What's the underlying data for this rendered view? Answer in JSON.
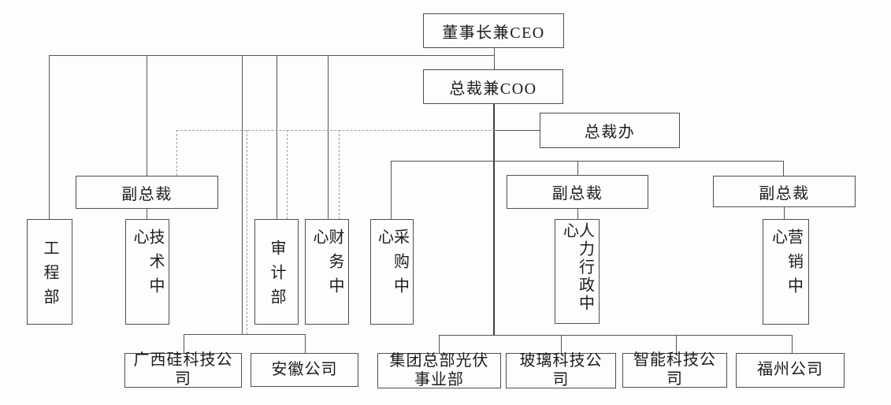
{
  "diagram": {
    "type": "org-chart",
    "nodes": {
      "ceo": {
        "label": "董事长兼CEO"
      },
      "coo": {
        "label": "总裁兼COO"
      },
      "president_office": {
        "label": "总裁办"
      },
      "vp_left": {
        "label": "副总裁"
      },
      "vp_middle": {
        "label": "副总裁"
      },
      "vp_right": {
        "label": "副总裁"
      },
      "engineering_dept": {
        "label": "工程部"
      },
      "technology_center": {
        "label": "技术中心"
      },
      "audit_dept": {
        "label": "审计部"
      },
      "finance_center": {
        "label": "财务中心"
      },
      "procurement_center": {
        "label": "采购中心"
      },
      "hr_admin_center": {
        "label": "人力行政中心"
      },
      "marketing_center": {
        "label": "营销中心"
      },
      "guangxi_silicon_tech": {
        "label": "广西硅科技公司"
      },
      "anhui_company": {
        "label": "安徽公司"
      },
      "hq_pv_division": {
        "label": "集团总部光伏事业部"
      },
      "glass_tech_company": {
        "label": "玻璃科技公司"
      },
      "smart_tech_company": {
        "label": "智能科技公司"
      },
      "fuzhou_company": {
        "label": "福州公司"
      }
    },
    "edges": [
      {
        "from": "ceo",
        "to": "coo",
        "style": "solid"
      },
      {
        "from": "ceo",
        "to": "engineering_dept",
        "style": "solid"
      },
      {
        "from": "ceo",
        "to": "vp_left",
        "style": "solid"
      },
      {
        "from": "ceo",
        "to": "audit_dept",
        "style": "solid"
      },
      {
        "from": "ceo",
        "to": "finance_center",
        "style": "solid"
      },
      {
        "from": "ceo",
        "to": "guangxi_silicon_tech",
        "style": "solid"
      },
      {
        "from": "ceo",
        "to": "anhui_company",
        "style": "solid"
      },
      {
        "from": "coo",
        "to": "president_office",
        "style": "solid"
      },
      {
        "from": "coo",
        "to": "procurement_center",
        "style": "solid"
      },
      {
        "from": "coo",
        "to": "vp_middle",
        "style": "solid"
      },
      {
        "from": "coo",
        "to": "vp_right",
        "style": "solid"
      },
      {
        "from": "coo",
        "to": "hq_pv_division",
        "style": "solid"
      },
      {
        "from": "coo",
        "to": "glass_tech_company",
        "style": "solid"
      },
      {
        "from": "coo",
        "to": "smart_tech_company",
        "style": "solid"
      },
      {
        "from": "coo",
        "to": "fuzhou_company",
        "style": "solid"
      },
      {
        "from": "president_office",
        "to": "vp_left",
        "style": "dashed"
      },
      {
        "from": "president_office",
        "to": "audit_dept",
        "style": "dashed"
      },
      {
        "from": "president_office",
        "to": "finance_center",
        "style": "dashed"
      },
      {
        "from": "president_office",
        "to": "guangxi_silicon_tech",
        "style": "dashed"
      },
      {
        "from": "president_office",
        "to": "anhui_company",
        "style": "dashed"
      },
      {
        "from": "vp_left",
        "to": "technology_center",
        "style": "solid"
      },
      {
        "from": "vp_middle",
        "to": "hr_admin_center",
        "style": "solid"
      },
      {
        "from": "vp_right",
        "to": "marketing_center",
        "style": "solid"
      }
    ],
    "colors": {
      "solid_line": "#545454",
      "dashed_line": "#9e9e9e",
      "box_border": "#4e4e4e",
      "background": "#fdfdfd",
      "text": "#1c1c1c"
    }
  }
}
